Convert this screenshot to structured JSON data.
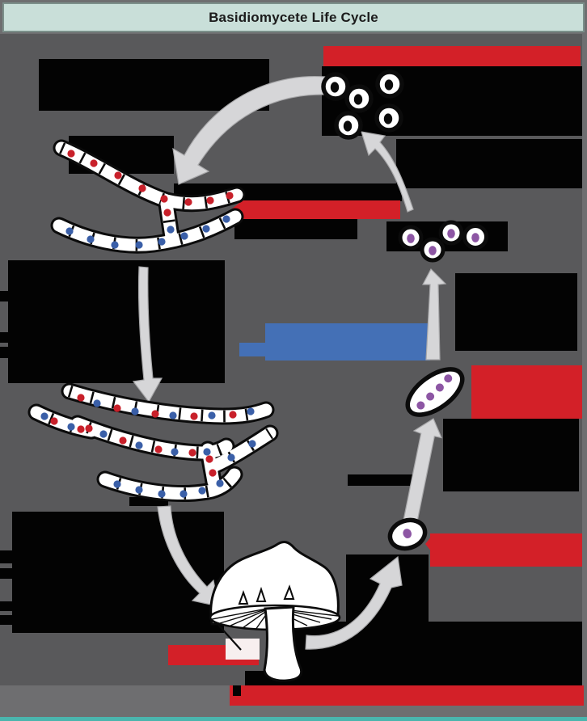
{
  "title": {
    "text": "Basidiomycete Life Cycle"
  },
  "colors": {
    "frame": "#6e6e70",
    "canvas": "#59595b",
    "redaction": "#030303",
    "label_red": "#d32028",
    "label_blue": "#4470b6",
    "arrow_fill": "#d6d6d8",
    "arrow_edge": "#a8a8aa",
    "cell_fill": "#ffffff",
    "cell_outline": "#0b0b0b",
    "nucleus_red": "#c8202a",
    "nucleus_blue": "#3a5fa8",
    "nucleus_purple": "#8d56a4",
    "nucleus_black": "#0b0b0b",
    "title_bg": "#c9dfd9",
    "title_border": "#7b8f8a",
    "title_text": "#1b1b1b",
    "pointer_box": "#f7efef",
    "bottom_line": "#4ab5ad"
  },
  "figure": {
    "description_visible_text": "none (all stage labels are redacted blocks)",
    "redacted_label_blocks": [
      {
        "id": "label-top-right",
        "style": "red-bar"
      },
      {
        "id": "label-plasmogamy-area",
        "style": "red-bar-with-left-arrow-tip"
      },
      {
        "id": "label-center",
        "style": "blue-bar-two-line"
      },
      {
        "id": "label-basidium-right",
        "style": "red-block-two-line"
      },
      {
        "id": "label-zygote-right",
        "style": "red-bar-with-left-arrow-tip"
      },
      {
        "id": "label-bottom-left",
        "style": "red-bar"
      },
      {
        "id": "label-bottom-center",
        "style": "red-bar-wide"
      },
      {
        "id": "black-text-blocks",
        "style": "black-rectangles",
        "count": 14
      }
    ],
    "counts": {
      "germinating_spore_cells_top": 5,
      "basidiospores_with_purple_nuclei": 4,
      "nuclei_in_basidium": 4,
      "zygote_cells": 1
    }
  }
}
